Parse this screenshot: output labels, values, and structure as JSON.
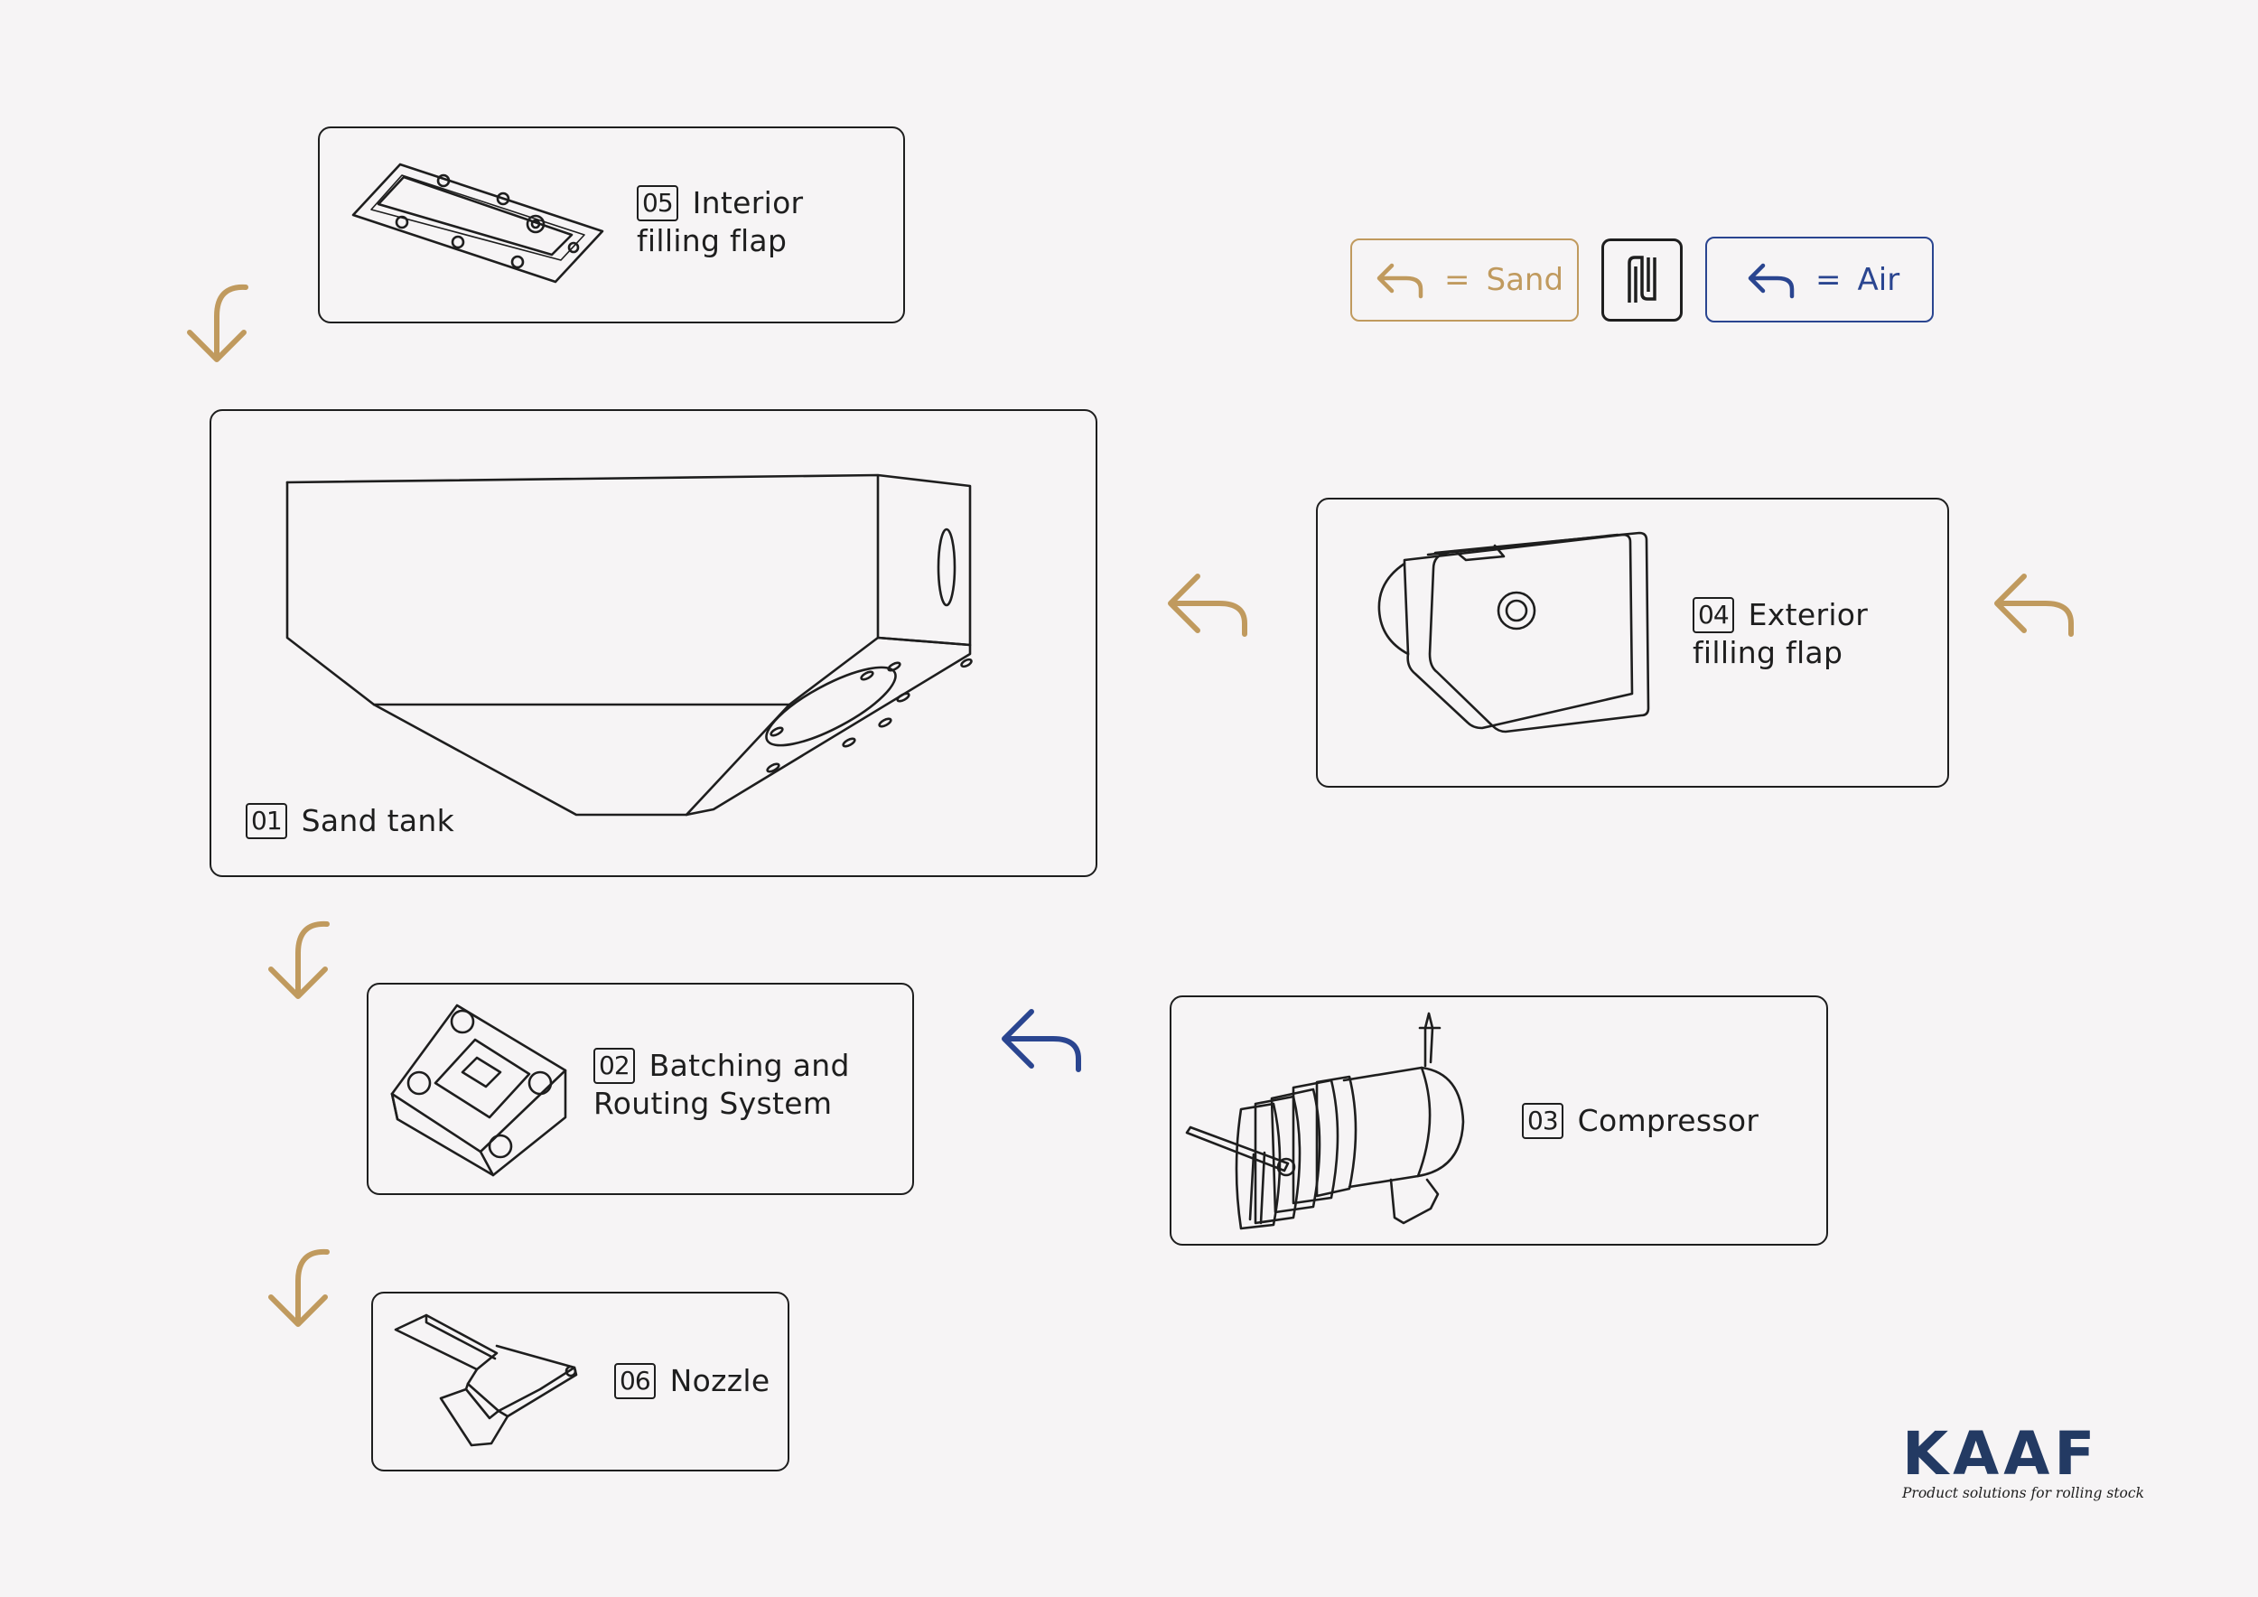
{
  "colors": {
    "sand": "#c09a5e",
    "air": "#2a4590",
    "line": "#1e1e1e",
    "background": "#f6f4f5",
    "brand": "#233a63"
  },
  "legend": {
    "sand": {
      "icon": "arrow-left-icon",
      "equals": "=",
      "label": "Sand"
    },
    "center_icon": "kaaf-symbol-icon",
    "air": {
      "icon": "arrow-left-icon",
      "equals": "=",
      "label": "Air"
    }
  },
  "components": {
    "interior_flap": {
      "number": "05",
      "line1": "Interior",
      "line2": "filling flap",
      "icon": "interior-filling-flap-icon"
    },
    "sand_tank": {
      "number": "01",
      "line1": "Sand tank",
      "icon": "sand-tank-icon"
    },
    "exterior_flap": {
      "number": "04",
      "line1": "Exterior",
      "line2": "filling flap",
      "icon": "exterior-filling-flap-icon"
    },
    "batching": {
      "number": "02",
      "line1": "Batching and",
      "line2": "Routing System",
      "icon": "batching-routing-icon"
    },
    "compressor": {
      "number": "03",
      "line1": "Compressor",
      "icon": "compressor-icon"
    },
    "nozzle": {
      "number": "06",
      "line1": "Nozzle",
      "icon": "nozzle-icon"
    }
  },
  "flows": [
    {
      "from": "Interior filling flap",
      "to": "Sand tank",
      "medium": "Sand"
    },
    {
      "from": "Exterior filling flap",
      "to": "Sand tank",
      "medium": "Sand"
    },
    {
      "from": "Sand tank",
      "to": "Batching and Routing System",
      "medium": "Sand"
    },
    {
      "from": "Compressor",
      "to": "Batching and Routing System",
      "medium": "Air"
    },
    {
      "from": "Batching and Routing System",
      "to": "Nozzle",
      "medium": "Sand"
    }
  ],
  "logo": {
    "wordmark": "KAAF",
    "tagline": "Product solutions for rolling stock"
  }
}
